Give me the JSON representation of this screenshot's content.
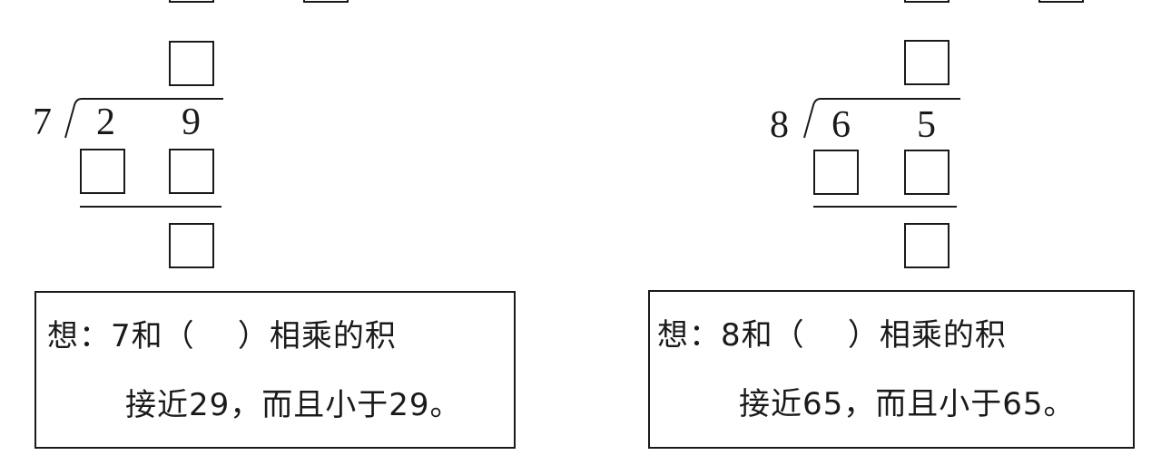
{
  "problems": [
    {
      "divisor": "7",
      "dividend_tens": "2",
      "dividend_ones": "9",
      "hint_line1": "想：7和（    ）相乘的积",
      "hint_line2": "接近29，而且小于29。"
    },
    {
      "divisor": "8",
      "dividend_tens": "6",
      "dividend_ones": "5",
      "hint_line1": "想：8和（    ）相乘的积",
      "hint_line2": "接近65，而且小于65。"
    }
  ]
}
